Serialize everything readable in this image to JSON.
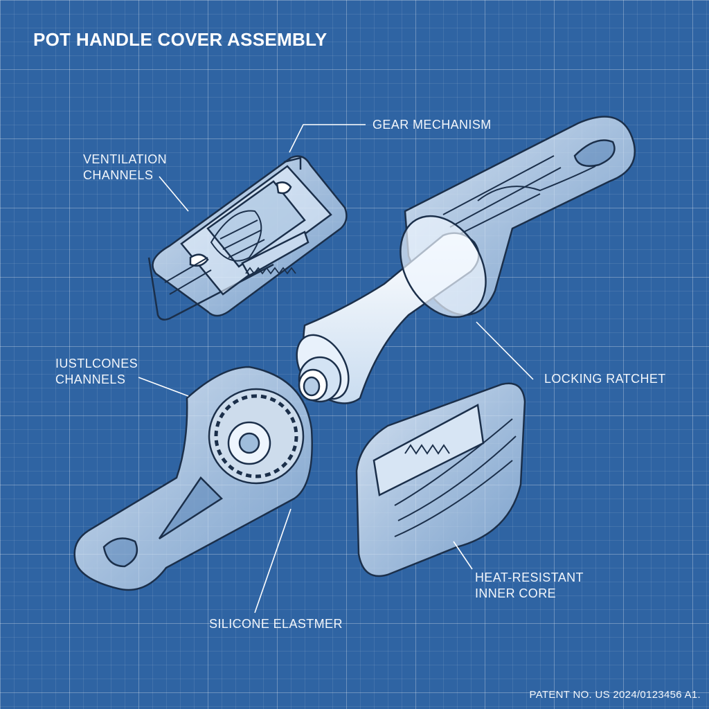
{
  "title": "POT HANDLE COVER ASSEMBLY",
  "callouts": {
    "gear_mechanism": "GEAR MECHANISM",
    "ventilation_line1": "VENTILATION",
    "ventilation_line2": "CHANNELS",
    "iustlcones_line1": "IUSTLCONES",
    "iustlcones_line2": "CHANNELS",
    "locking_ratchet": "LOCKING RATCHET",
    "heat_resistant_line1": "HEAT-RESISTANT",
    "heat_resistant_line2": "INNER CORE",
    "silicone": "SILICONE ELASTMER"
  },
  "patent": "PATENT NO. US 2024/0123456 A1.",
  "colors": {
    "background": "#2f64a3",
    "part_fill": "#dbe8f6",
    "outline": "#1b2f4a",
    "text": "#ffffff"
  }
}
